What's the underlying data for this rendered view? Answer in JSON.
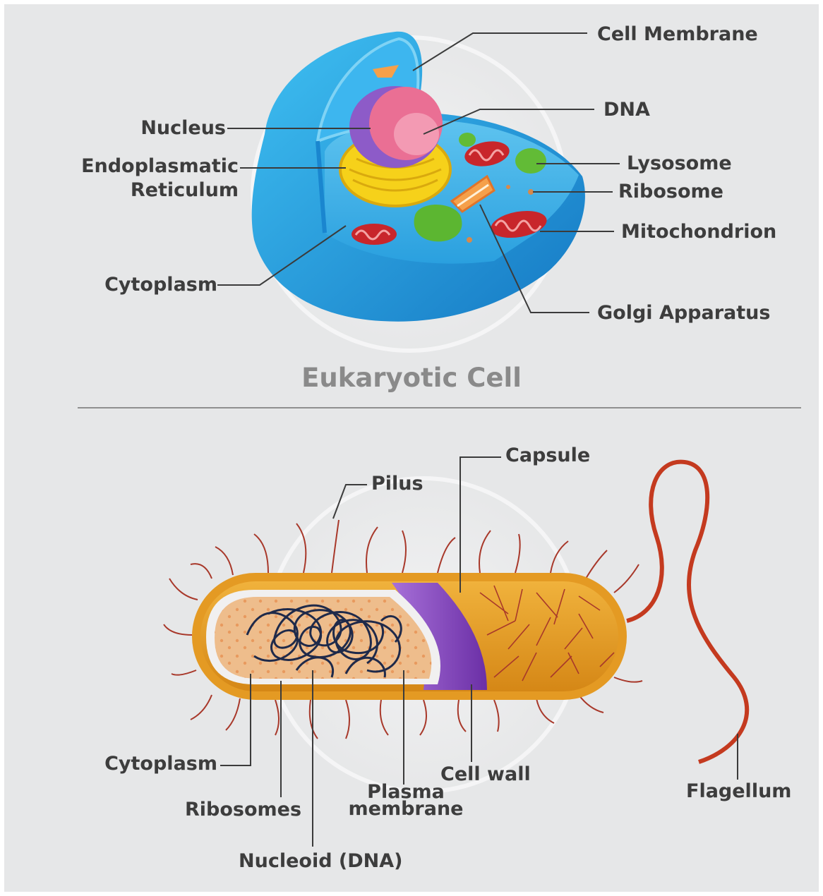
{
  "eukaryotic": {
    "title": "Eukaryotic Cell",
    "labels": {
      "cell_membrane": "Cell Membrane",
      "dna": "DNA",
      "nucleus": "Nucleus",
      "er_line1": "Endoplasmatic",
      "er_line2": "Reticulum",
      "lysosome": "Lysosome",
      "ribosome": "Ribosome",
      "mitochondrion": "Mitochondrion",
      "cytoplasm": "Cytoplasm",
      "golgi": "Golgi Apparatus"
    }
  },
  "prokaryotic": {
    "labels": {
      "capsule": "Capsule",
      "pilus": "Pilus",
      "cytoplasm": "Cytoplasm",
      "ribosomes": "Ribosomes",
      "nucleoid": "Nucleoid (DNA)",
      "plasma_line1": "Plasma",
      "plasma_line2": "membrane",
      "cell_wall": "Cell wall",
      "flagellum": "Flagellum"
    }
  },
  "colors": {
    "background": "#e6e7e8",
    "label_text": "#3d3d3d",
    "title_text": "#8a8a8a",
    "leader_line": "#3b3b3b",
    "cell_blue": "#2aa9e6",
    "nucleus_pink": "#e96b8e",
    "er_yellow": "#f6d11a",
    "mito_red": "#c8262b",
    "lysosome_green": "#5cb631",
    "bacteria_orange": "#e49a23",
    "membrane_purple": "#7d3fb5",
    "pilus_red": "#a8382a"
  }
}
